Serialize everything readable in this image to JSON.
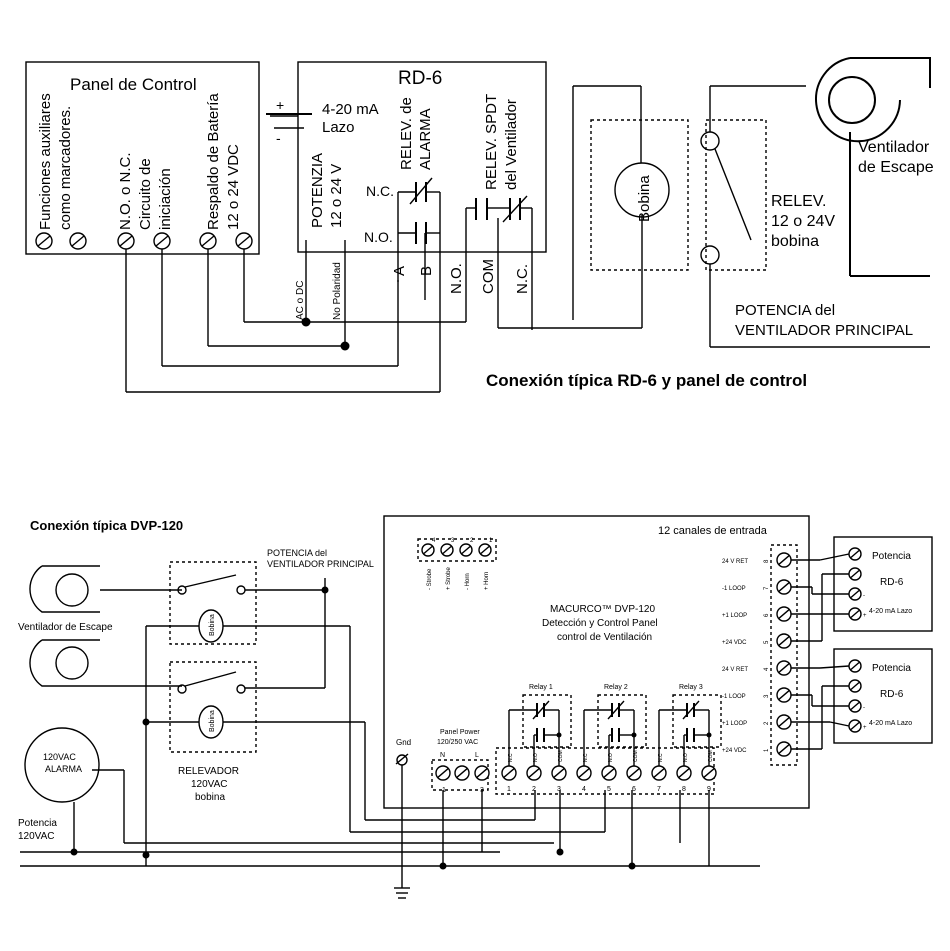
{
  "top": {
    "control_panel": {
      "title": "Panel de Control",
      "aux_line1": "Funciones auxiliares",
      "aux_line2": "como marcadores.",
      "init_line1": "N.O. o N.C.",
      "init_line2": "Circuito de",
      "init_line3": "iniciación",
      "battery_line1": "Respaldo de Batería",
      "battery_line2": "12 o 24 VDC"
    },
    "rd6": {
      "title": "RD-6",
      "loop_line1": "4-20 mA",
      "loop_line2": "Lazo",
      "plus": "+",
      "minus": "-",
      "power_line1": "POTENZIA",
      "power_line2": "12 o 24 V",
      "alarm_line1": "RELEV. de",
      "alarm_line2": "ALARMA",
      "spdt_line1": "RELEV. SPDT",
      "spdt_line2": "del Ventilador",
      "nc": "N.C.",
      "no": "N.O.",
      "ac_dc": "AC o DC",
      "no_polarity": "No Polaridad",
      "t_a": "A",
      "t_b": "B",
      "t_no": "N.O.",
      "t_com": "COM",
      "t_nc": "N.C."
    },
    "coil": "Bobina",
    "relay_line1": "RELEV.",
    "relay_line2": "12 o 24V",
    "relay_line3": "bobina",
    "fan_line1": "Ventilador",
    "fan_line2": "de Escape",
    "main_power_line1": "POTENCIA del",
    "main_power_line2": "VENTILADOR PRINCIPAL",
    "caption": "Conexión típica RD-6 y panel de control"
  },
  "bottom": {
    "title": "Conexión típica DVP-120",
    "fan_label": "Ventilador de Escape",
    "main_power_line1": "POTENCIA del",
    "main_power_line2": "VENTILADOR PRINCIPAL",
    "coil": "Bobina",
    "relay_line1": "RELEVADOR",
    "relay_line2": "120VAC",
    "relay_line3": "bobina",
    "alarm_line1": "120VAC",
    "alarm_line2": "ALARMA",
    "power_line1": "Potencia",
    "power_line2": "120VAC",
    "panel": {
      "channels": "12 canales de entrada",
      "brand_line1": "MACURCO™ DVP-120",
      "brand_line2": "Detección y Control Panel",
      "brand_line3": "control de Ventilación",
      "strobe_labels": [
        "- Strobe",
        "+ Strobe",
        "- Horn",
        "+ Horn"
      ],
      "strobe_numbers": [
        "4",
        "3",
        "2",
        "1"
      ],
      "input_labels": [
        "24 V RET",
        "-1 LOOP",
        "+1 LOOP",
        "+24 VDC",
        "24 V RET",
        "-1 LOOP",
        "+1 LOOP",
        "+24 VDC"
      ],
      "input_numbers": [
        "8",
        "7",
        "6",
        "5",
        "4",
        "3",
        "2",
        "1"
      ],
      "gnd": "Gnd",
      "panel_power_line1": "Panel Power",
      "panel_power_line2": "120/250 VAC",
      "pp_n": "N",
      "pp_l": "L",
      "pp_num1": "1",
      "pp_num3": "3",
      "relays": [
        "Relay 1",
        "Relay 2",
        "Relay 3"
      ],
      "relay_terms": [
        "N.C",
        "N.O",
        "COM"
      ],
      "relay_numbers": [
        "1",
        "2",
        "3",
        "4",
        "5",
        "6",
        "7",
        "8",
        "9"
      ]
    },
    "rd6_boxes": [
      {
        "power": "Potencia",
        "title": "RD-6",
        "loop": "4-20 mA Lazo",
        "plus": "+",
        "minus": "-"
      },
      {
        "power": "Potencia",
        "title": "RD-6",
        "loop": "4-20 mA Lazo",
        "plus": "+",
        "minus": "-"
      }
    ]
  }
}
